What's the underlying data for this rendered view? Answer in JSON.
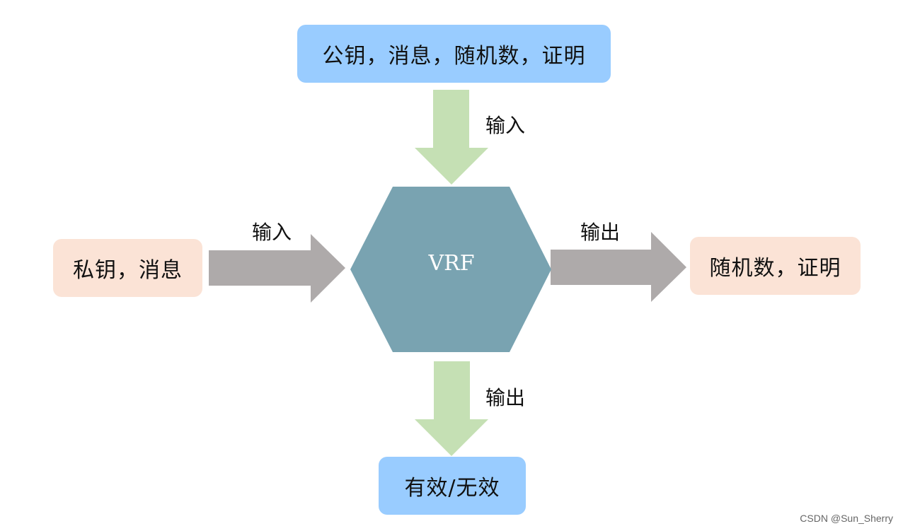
{
  "nodes": {
    "top_input": "公钥，消息，随机数，证明",
    "left_input": "私钥，消息",
    "vrf": "VRF",
    "right_output": "随机数，证明",
    "bottom_output": "有效/无效"
  },
  "edges": {
    "top_label": "输入",
    "left_label": "输入",
    "right_label": "输出",
    "bottom_label": "输出"
  },
  "colors": {
    "blue_box": "#99ccff",
    "peach_box": "#fbe3d6",
    "green_arrow": "#c5e0b4",
    "gray_arrow": "#aeaaaa",
    "hexagon": "#79a3b1"
  },
  "watermark": "CSDN @Sun_Sherry"
}
